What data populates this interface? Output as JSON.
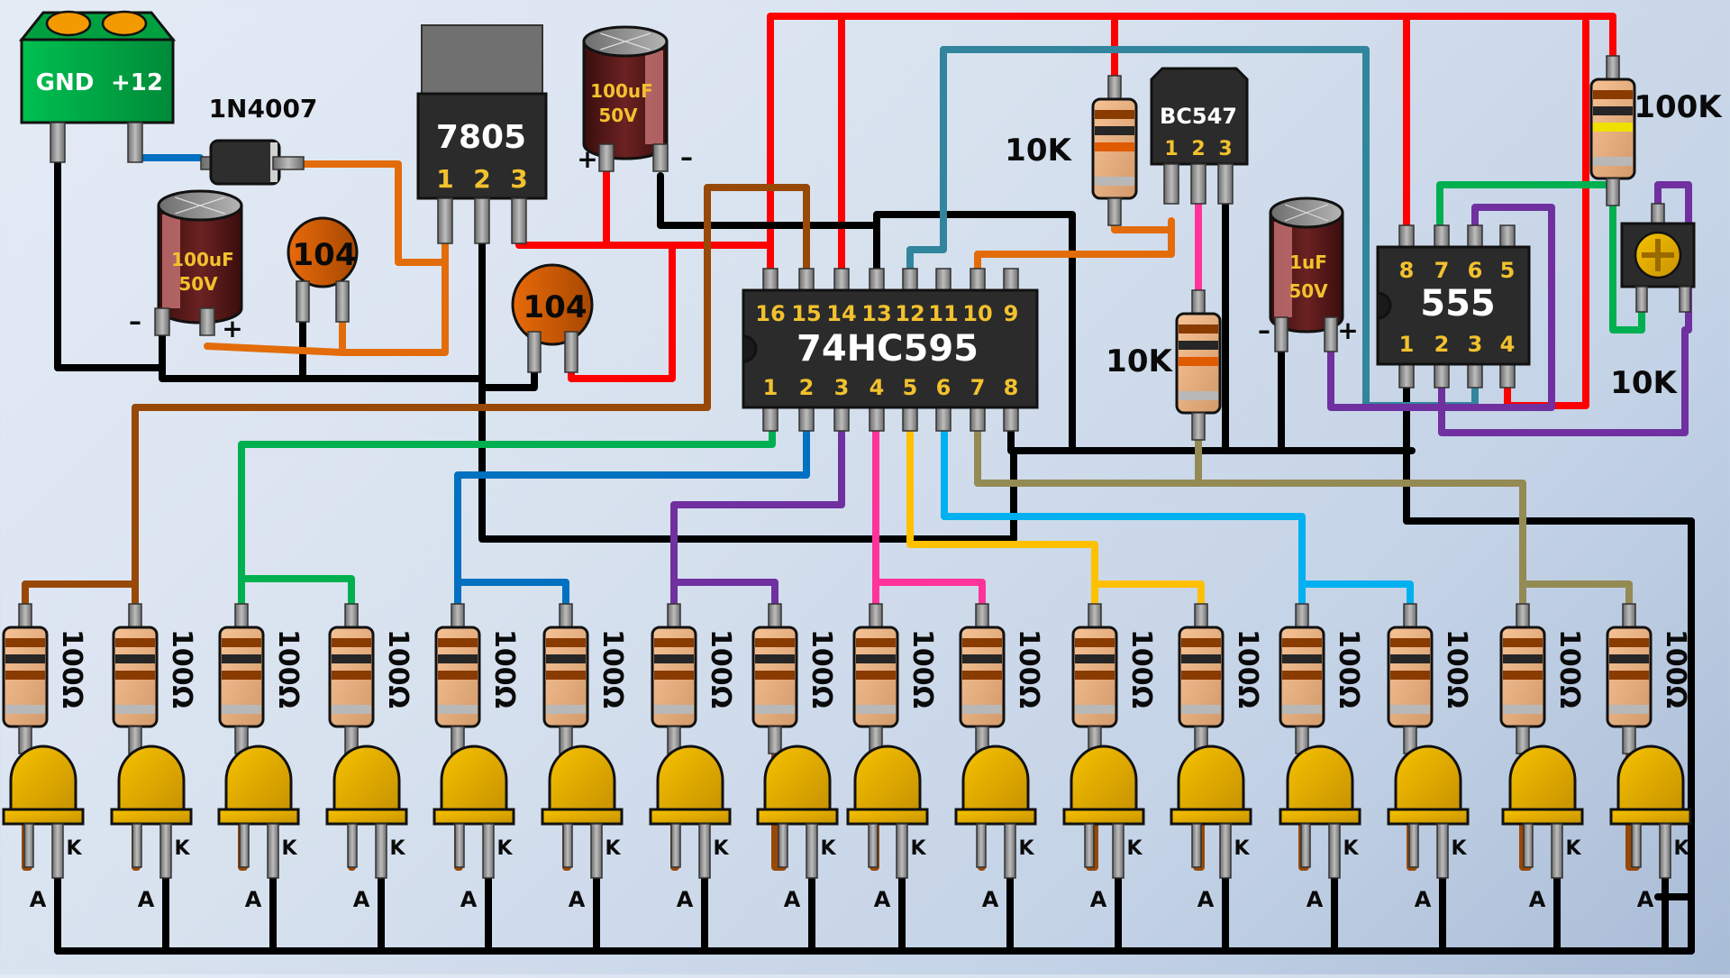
{
  "title": "74HC595 + 555 16-LED chaser wiring diagram",
  "power_terminal": {
    "label_gnd": "GND",
    "label_vcc": "+12"
  },
  "diode": {
    "label": "1N4007"
  },
  "regulator": {
    "label": "7805",
    "pins": [
      "1",
      "2",
      "3"
    ]
  },
  "cap_input": {
    "value": "100uF",
    "voltage": "50V",
    "minus": "–",
    "plus": "+"
  },
  "cap_output": {
    "value": "100uF",
    "voltage": "50V",
    "minus": "–",
    "plus": "+"
  },
  "ceramic_caps": [
    {
      "label": "104"
    },
    {
      "label": "104"
    }
  ],
  "shift_register": {
    "label": "74HC595",
    "top_pins": [
      "16",
      "15",
      "14",
      "13",
      "12",
      "11",
      "10",
      "9"
    ],
    "bottom_pins": [
      "1",
      "2",
      "3",
      "4",
      "5",
      "6",
      "7",
      "8"
    ]
  },
  "transistor": {
    "label": "BC547",
    "pins": [
      "1",
      "2",
      "3"
    ]
  },
  "resistor_10k_a": {
    "label": "10K"
  },
  "resistor_10k_b": {
    "label": "10K"
  },
  "cap_timing": {
    "value": "1uF",
    "voltage": "50V",
    "minus": "–",
    "plus": "+"
  },
  "timer": {
    "label": "555",
    "top_pins": [
      "8",
      "7",
      "6",
      "5"
    ],
    "bottom_pins": [
      "1",
      "2",
      "3",
      "4"
    ]
  },
  "resistor_100k": {
    "label": "100K"
  },
  "trimmer": {
    "label": "10K"
  },
  "led_resistors": [
    {
      "label": "100Ω"
    },
    {
      "label": "100Ω"
    },
    {
      "label": "100Ω"
    },
    {
      "label": "100Ω"
    },
    {
      "label": "100Ω"
    },
    {
      "label": "100Ω"
    },
    {
      "label": "100Ω"
    },
    {
      "label": "100Ω"
    },
    {
      "label": "100Ω"
    },
    {
      "label": "100Ω"
    },
    {
      "label": "100Ω"
    },
    {
      "label": "100Ω"
    },
    {
      "label": "100Ω"
    },
    {
      "label": "100Ω"
    },
    {
      "label": "100Ω"
    },
    {
      "label": "100Ω"
    }
  ],
  "leds": {
    "count": 16,
    "anode_label": "A",
    "cathode_label": "K",
    "color": "#f0b400"
  },
  "wire_colors": {
    "ground": "#000000",
    "vcc": "#ff0000",
    "input": "#e36c0a",
    "q0": "#984807",
    "q1": "#00b050",
    "q2": "#0070c0",
    "q3": "#7030a0",
    "q4": "#ff3399",
    "q5": "#ffc000",
    "q6": "#00b0f0",
    "q7": "#948a54",
    "clock": "#31859c",
    "diode_in": "#0070c0"
  }
}
